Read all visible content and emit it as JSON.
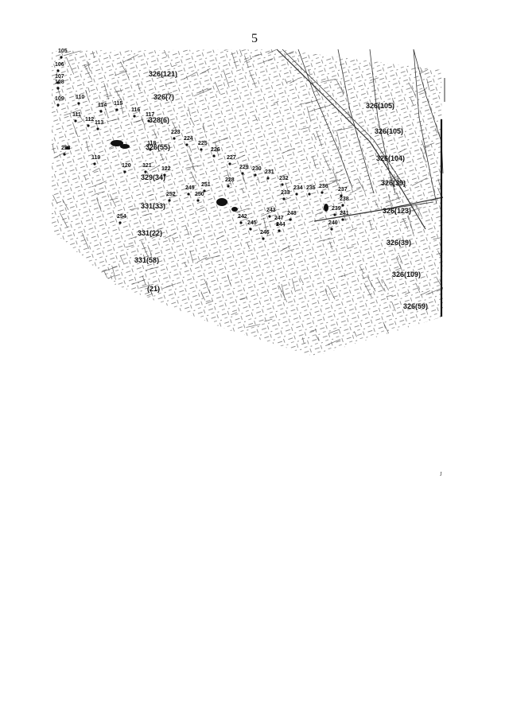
{
  "page": {
    "number": "5"
  },
  "map": {
    "parcel_labels": [
      "326(121)",
      "326(7)",
      "328(6)",
      "326(55)",
      "329(34)",
      "331(33)",
      "331(22)",
      "331(58)",
      "(21)",
      "326(105)",
      "326(105)",
      "326(104)",
      "326(39)",
      "326(123)",
      "326(39)",
      "326(109)",
      "326(59)"
    ],
    "point_labels": [
      "105",
      "106",
      "107",
      "108",
      "109",
      "110",
      "111",
      "112",
      "113",
      "114",
      "115",
      "116",
      "117",
      "118",
      "119",
      "120",
      "121",
      "122",
      "223",
      "224",
      "225",
      "226",
      "227",
      "228",
      "229",
      "230",
      "231",
      "232",
      "233",
      "234",
      "235",
      "236",
      "237",
      "238",
      "239",
      "240",
      "241",
      "242",
      "243",
      "244",
      "245",
      "246",
      "247",
      "248",
      "249",
      "250",
      "251",
      "252",
      "253",
      "254"
    ],
    "ink_color": "#111111"
  },
  "corner_mark": "J"
}
